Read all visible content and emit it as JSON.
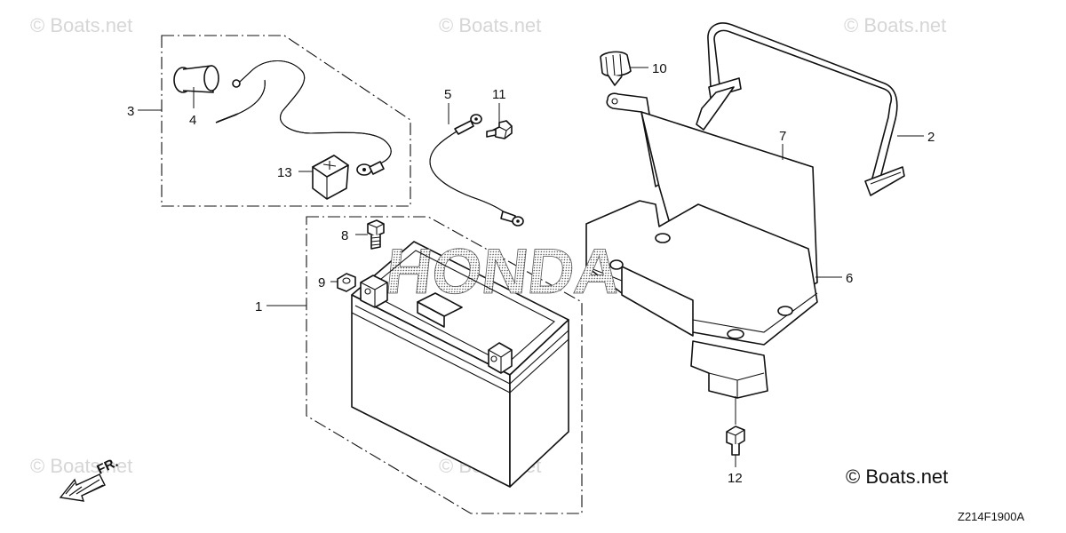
{
  "watermarks": [
    "© Boats.net",
    "© Boats.net",
    "© Boats.net",
    "© Boats.net",
    "© Boats.net"
  ],
  "battery_logo": "HONDA",
  "callouts": [
    "1",
    "2",
    "3",
    "4",
    "5",
    "6",
    "7",
    "8",
    "9",
    "10",
    "11",
    "12",
    "13"
  ],
  "copyright": "© Boats.net",
  "diagram_code": "Z214F1900A",
  "direction_label": "FR."
}
